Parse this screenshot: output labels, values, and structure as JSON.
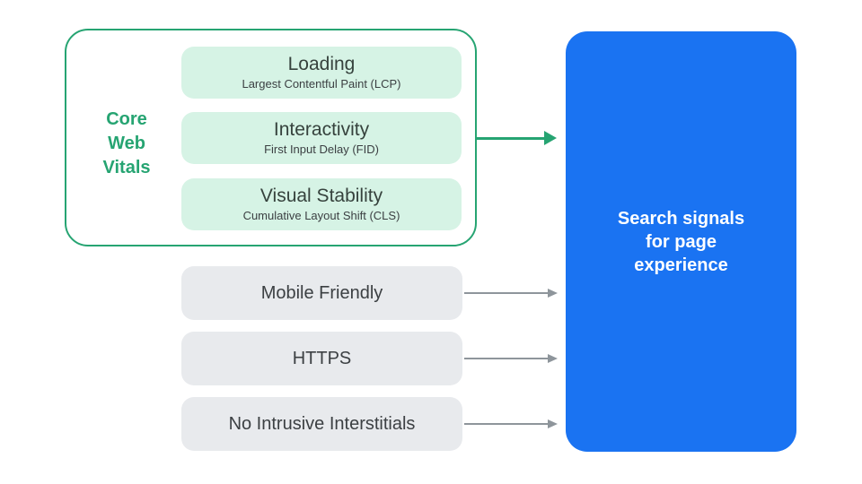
{
  "colors": {
    "green": "#26A472",
    "green_light": "#D6F3E5",
    "blue": "#1A73F2",
    "gray_box": "#E8EAED",
    "arrow_gray": "#8E959B",
    "text_dark": "#3C4043",
    "text_white": "#FFFFFF"
  },
  "core_web_vitals": {
    "label_lines": [
      "Core",
      "Web",
      "Vitals"
    ],
    "items": [
      {
        "title": "Loading",
        "subtitle": "Largest Contentful Paint (LCP)"
      },
      {
        "title": "Interactivity",
        "subtitle": "First Input Delay (FID)"
      },
      {
        "title": "Visual Stability",
        "subtitle": "Cumulative Layout Shift (CLS)"
      }
    ]
  },
  "other_signals": [
    "Mobile Friendly",
    "HTTPS",
    "No Intrusive Interstitials"
  ],
  "result_box": {
    "lines": [
      "Search signals",
      "for page",
      "experience"
    ]
  }
}
